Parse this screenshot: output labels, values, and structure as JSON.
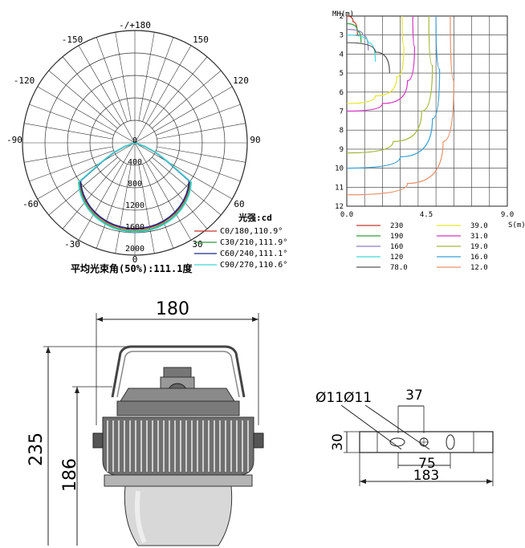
{
  "polar": {
    "angle_labels": {
      "top": "-/+180",
      "m150": "-150",
      "p150": "150",
      "m120": "-120",
      "p120": "120",
      "m90": "-90",
      "p90": "90",
      "m60": "-60",
      "p60": "60",
      "m30": "-30",
      "p30": "30",
      "zero": "0"
    },
    "radial_labels": [
      "0",
      "400",
      "800",
      "1200",
      "1600",
      "2000"
    ],
    "legend_title": "光强:cd",
    "legend": [
      {
        "label": "C0/180,110.9°",
        "color": "#c0392b"
      },
      {
        "label": "C30/210,111.9°",
        "color": "#2e9e3a"
      },
      {
        "label": "C60/240,111.1°",
        "color": "#1f2a8a"
      },
      {
        "label": "C90/270,110.6°",
        "color": "#3fd6d6"
      }
    ],
    "footer": "平均光束角(50%):111.1度"
  },
  "chart_data": {
    "type": "line",
    "xlabel": "S(m)",
    "ylabel": "MH(m)",
    "xlim": [
      0,
      9.0
    ],
    "ylim": [
      2,
      12
    ],
    "x_ticks": [
      "0.0",
      "4.5",
      "9.0"
    ],
    "y_ticks": [
      "2",
      "3",
      "4",
      "5",
      "6",
      "7",
      "8",
      "9",
      "10",
      "11",
      "12"
    ],
    "series": [
      {
        "name": "230",
        "color": "#c0392b",
        "points": [
          [
            0,
            2
          ],
          [
            0.35,
            2.3
          ],
          [
            0.6,
            3.0
          ]
        ]
      },
      {
        "name": "190",
        "color": "#2e9e3a",
        "points": [
          [
            0,
            2.4
          ],
          [
            0.6,
            2.8
          ],
          [
            0.8,
            3.4
          ]
        ]
      },
      {
        "name": "160",
        "color": "#8e7cc3",
        "points": [
          [
            0,
            2.7
          ],
          [
            0.9,
            3.0
          ],
          [
            1.2,
            3.8
          ]
        ]
      },
      {
        "name": "120",
        "color": "#3fd6d6",
        "points": [
          [
            0,
            3.0
          ],
          [
            1.2,
            3.4
          ],
          [
            1.6,
            4.4
          ]
        ]
      },
      {
        "name": "78.0",
        "color": "#555555",
        "points": [
          [
            0,
            3.4
          ],
          [
            1.6,
            3.9
          ],
          [
            2.4,
            5.0
          ]
        ]
      },
      {
        "name": "39.0",
        "color": "#e6e62e",
        "points": [
          [
            0,
            6.6
          ],
          [
            1.6,
            6.2
          ],
          [
            2.8,
            5.2
          ],
          [
            3.2,
            3.6
          ],
          [
            3.1,
            2.0
          ]
        ]
      },
      {
        "name": "31.0",
        "color": "#d633c4",
        "points": [
          [
            0,
            7.0
          ],
          [
            2.0,
            6.6
          ],
          [
            3.4,
            5.4
          ],
          [
            3.8,
            3.6
          ],
          [
            3.7,
            2.0
          ]
        ]
      },
      {
        "name": "19.0",
        "color": "#a4b83a",
        "points": [
          [
            0,
            9.2
          ],
          [
            2.6,
            8.6
          ],
          [
            4.2,
            7.0
          ],
          [
            4.8,
            4.6
          ],
          [
            4.6,
            2.0
          ]
        ]
      },
      {
        "name": "16.0",
        "color": "#3aa0d6",
        "points": [
          [
            0,
            10.0
          ],
          [
            3.0,
            9.4
          ],
          [
            4.8,
            7.4
          ],
          [
            5.2,
            4.8
          ],
          [
            5.0,
            2.0
          ]
        ]
      },
      {
        "name": "12.0",
        "color": "#e8906a",
        "points": [
          [
            0,
            11.4
          ],
          [
            3.4,
            10.8
          ],
          [
            5.4,
            8.6
          ],
          [
            6.0,
            5.4
          ],
          [
            5.8,
            2.0
          ]
        ]
      }
    ],
    "legend_placement": "bottom"
  },
  "side_dims": {
    "width": "180",
    "height_total": "235",
    "height_body": "186"
  },
  "bracket_dims": {
    "hole1": "Ø11",
    "hole2": "Ø11",
    "spacing": "37",
    "height": "30",
    "hole_center": "75",
    "length": "183"
  }
}
